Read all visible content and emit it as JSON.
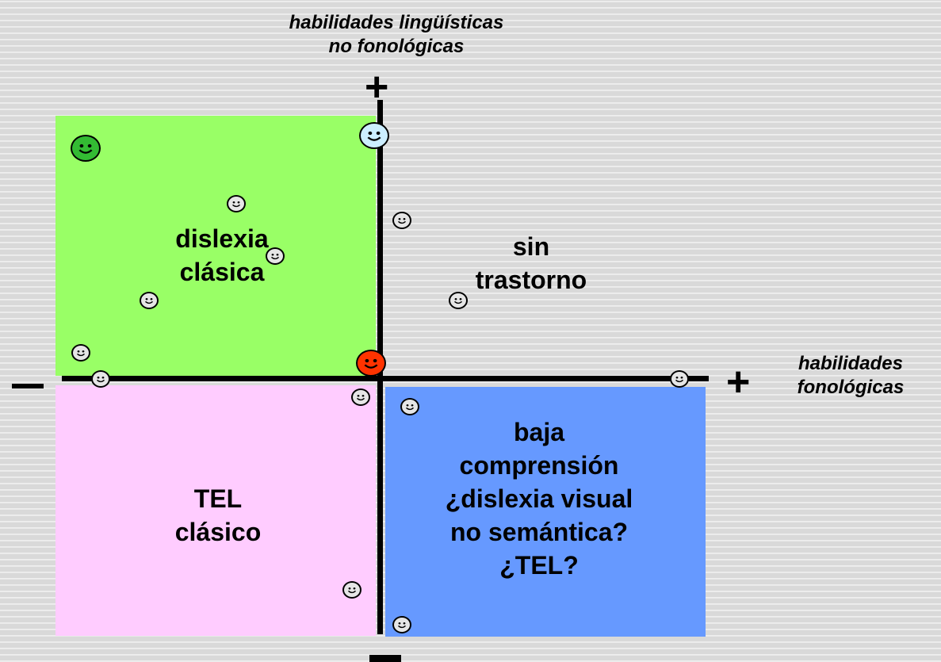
{
  "axes": {
    "y_label_line1": "habilidades lingüísticas",
    "y_label_line2": "no fonológicas",
    "x_label_line1": "habilidades",
    "x_label_line2": "fonológicas",
    "plus_symbol": "+"
  },
  "quadrants": {
    "top_left": {
      "line1": "dislexia",
      "line2": "clásica",
      "color": "#99ff66"
    },
    "top_right": {
      "line1": "sin",
      "line2": "trastorno"
    },
    "bottom_left": {
      "line1": "TEL",
      "line2": "clásico",
      "color": "#ffccff"
    },
    "bottom_right": {
      "line1": "baja",
      "line2": "comprensión",
      "line3": "¿dislexia visual",
      "line4": "no semántica?",
      "line5": "¿TEL?",
      "color": "#6699ff"
    }
  },
  "smiley_colors": {
    "green": "#33bb33",
    "light_blue": "#cceeff",
    "red": "#ff3300",
    "default": "#e6e6e6"
  }
}
